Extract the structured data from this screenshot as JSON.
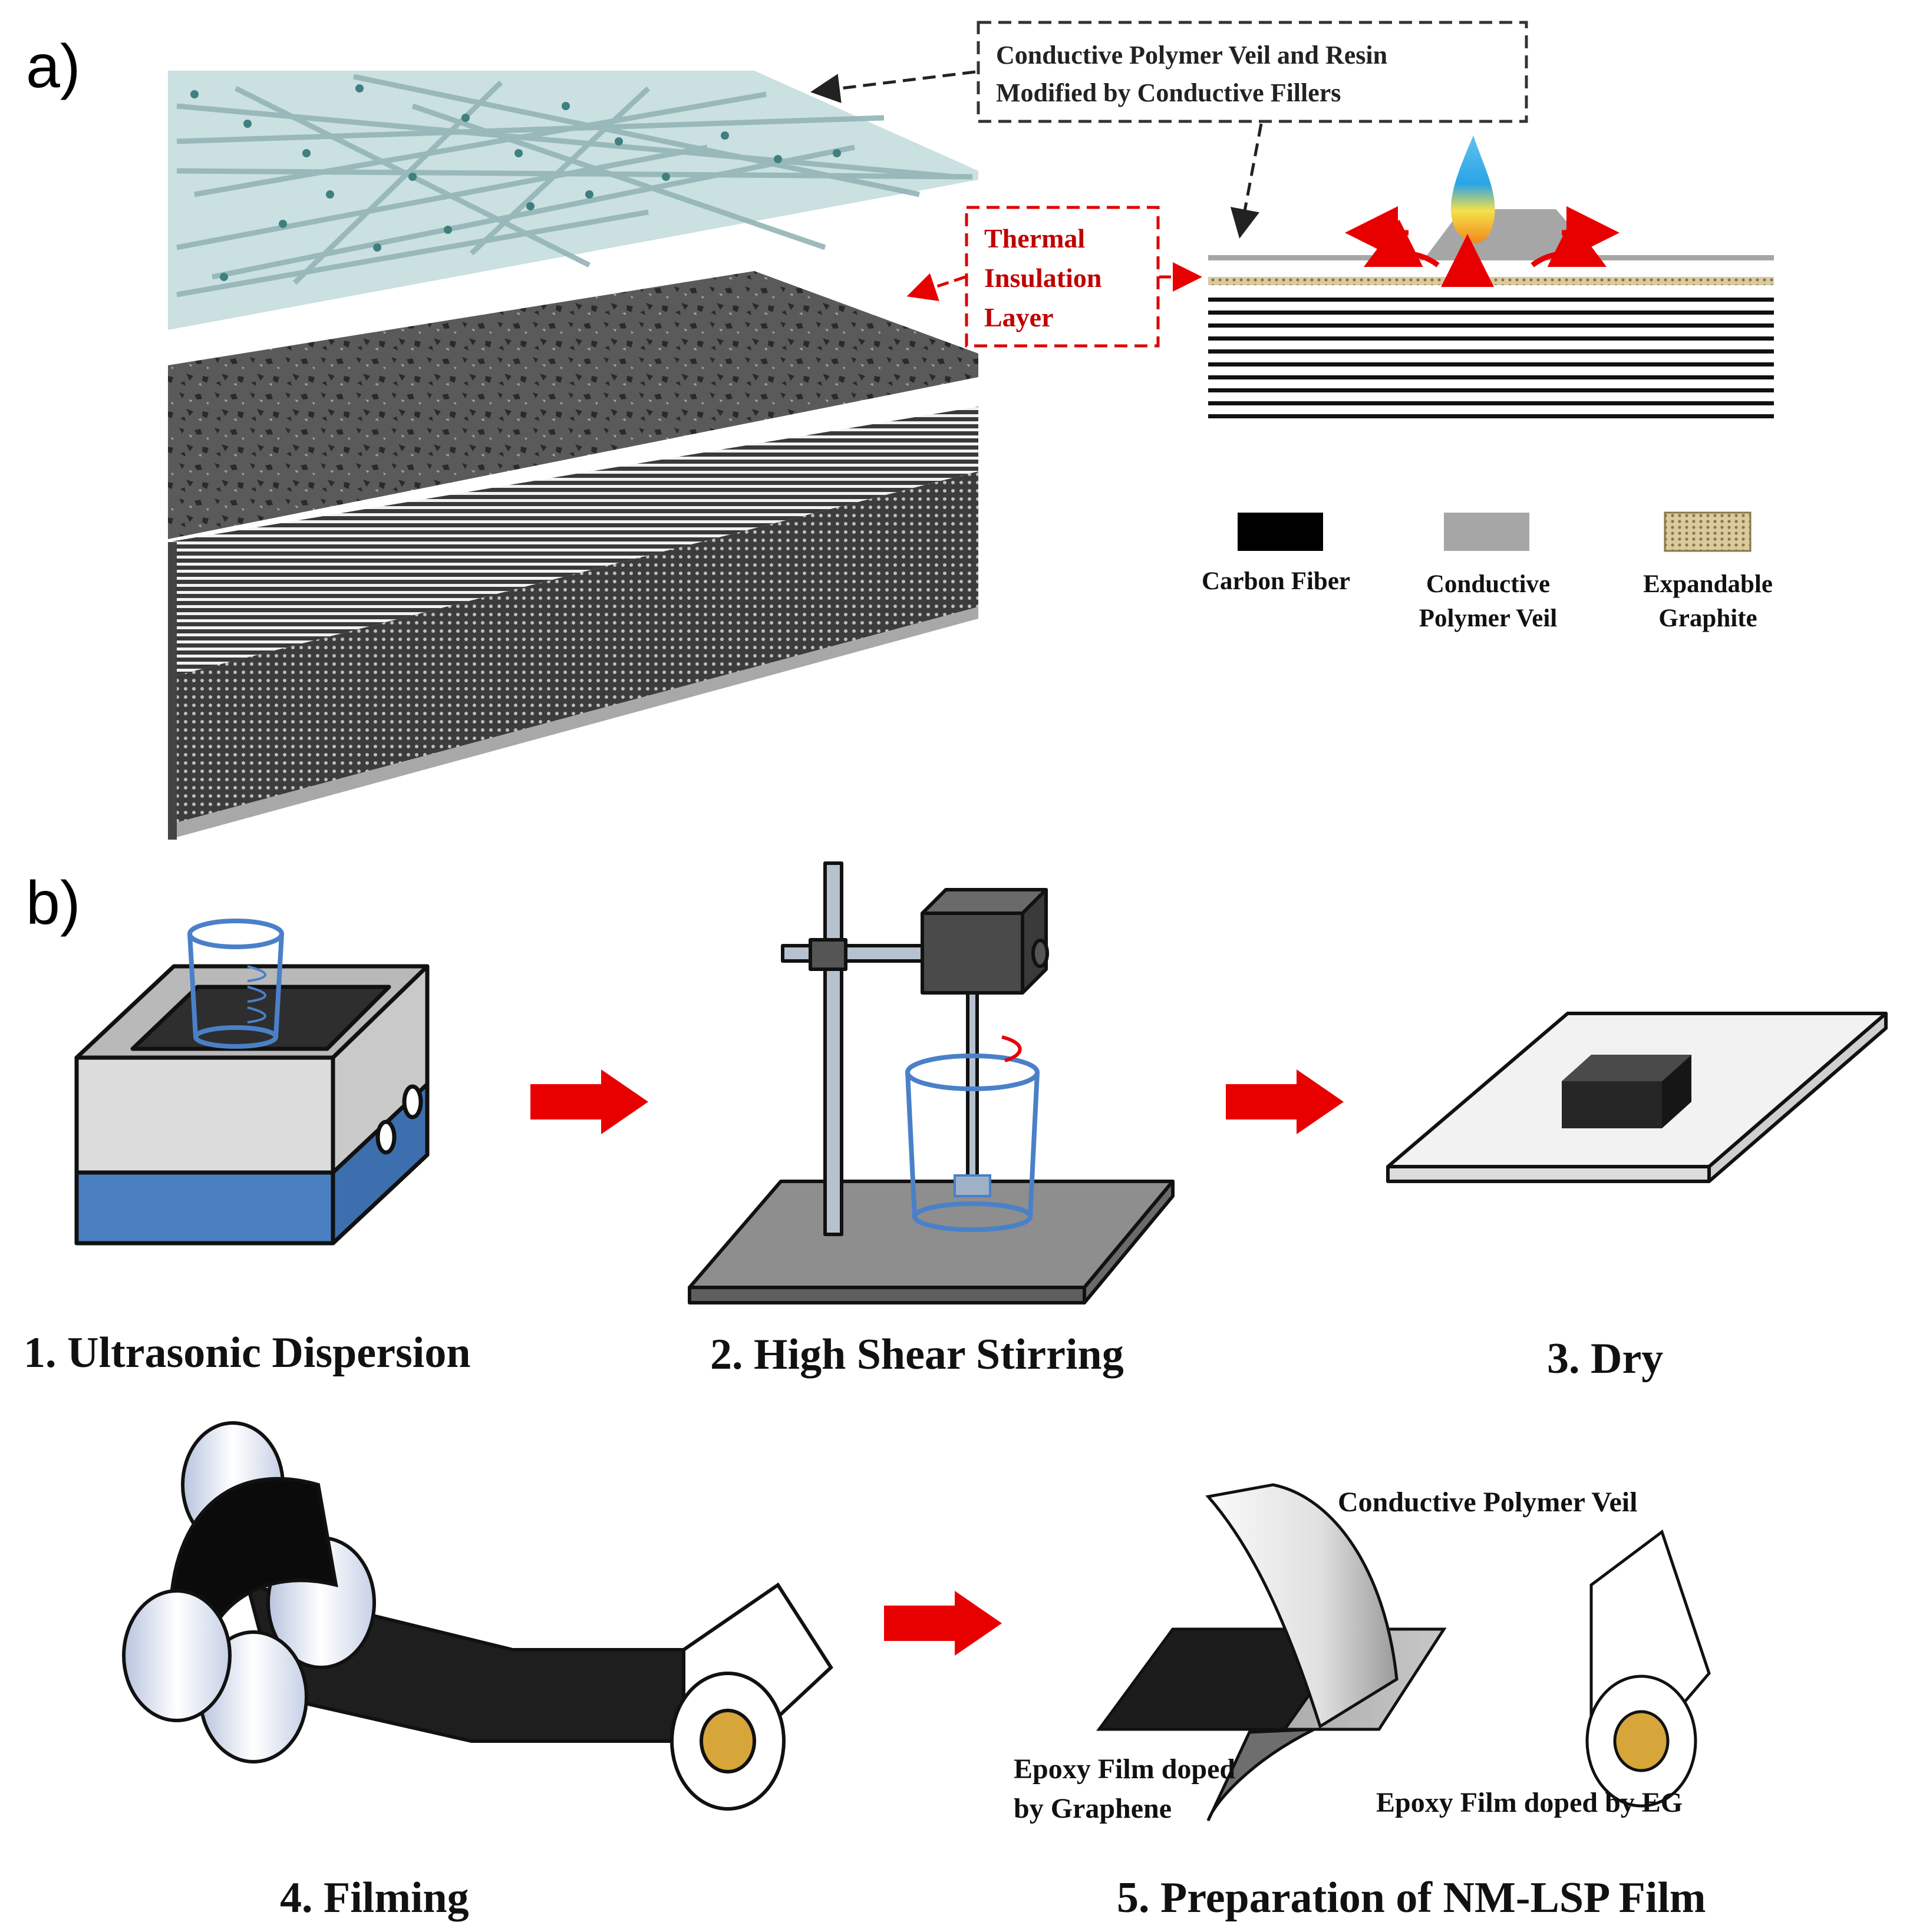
{
  "panels": {
    "a": "a)",
    "b": "b)"
  },
  "panel_a": {
    "callout_top_line1": "Conductive Polymer Veil and Resin",
    "callout_top_line2": "Modified by Conductive Fillers",
    "thermal_line1": "Thermal",
    "thermal_line2": "Insulation",
    "thermal_line3": "Layer",
    "legend": [
      {
        "line1": "Carbon Fiber",
        "line2": "",
        "color": "#000000"
      },
      {
        "line1": "Conductive",
        "line2": "Polymer Veil",
        "color": "#a6a6a6"
      },
      {
        "line1": "Expandable",
        "line2": "Graphite",
        "color": "#c8b98a"
      }
    ]
  },
  "panel_b": {
    "steps": [
      {
        "label": "1. Ultrasonic Dispersion"
      },
      {
        "label": "2. High Shear Stirring"
      },
      {
        "label": "3. Dry"
      },
      {
        "label": "4. Filming"
      },
      {
        "label": "5. Preparation of NM-LSP Film"
      }
    ],
    "annotations": {
      "veil": "Conductive Polymer Veil",
      "graphene_line1": "Epoxy Film doped",
      "graphene_line2": "by Graphene",
      "eg": "Epoxy Film doped by EG"
    }
  },
  "colors": {
    "arrow_red": "#e80000",
    "water_blue": "#4a7fc1",
    "beaker_blue": "#4a80c8",
    "dark": "#2b2b2b"
  }
}
